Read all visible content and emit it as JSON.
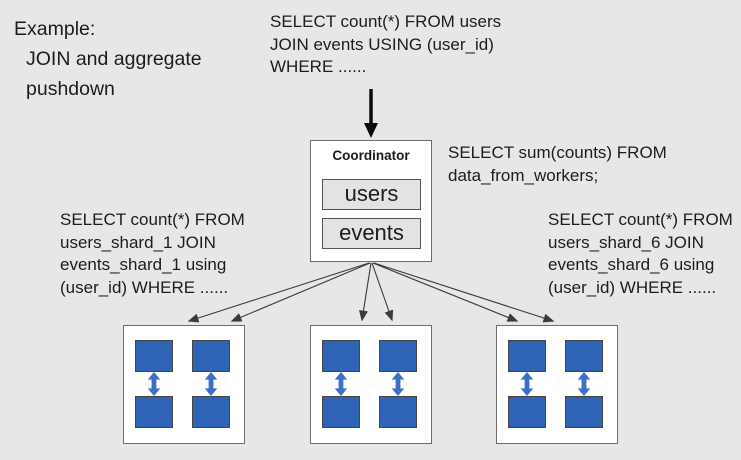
{
  "colors": {
    "background": "#e7e7e7",
    "node_fill": "#ffffff",
    "node_border": "#6f6f6f",
    "table_fill": "#e3e3e3",
    "table_border": "#545454",
    "shard_blue": "#2e63b5",
    "arrow_blue": "#3c70c8",
    "arrow_dark": "#3b3b3b",
    "text": "#1c1c1c"
  },
  "example": {
    "heading": "Example:",
    "line2": "JOIN and aggregate",
    "line3": "pushdown"
  },
  "client_query": {
    "line1": "SELECT count(*) FROM users",
    "line2": "JOIN events USING (user_id)",
    "line3": "WHERE ......"
  },
  "coordinator": {
    "label": "Coordinator",
    "tables": [
      "users",
      "events"
    ],
    "query_line1": "SELECT sum(counts) FROM",
    "query_line2": "data_from_workers;"
  },
  "left_worker_query": {
    "line1": "SELECT count(*) FROM",
    "line2": "users_shard_1 JOIN",
    "line3": "events_shard_1 using",
    "line4": "(user_id) WHERE ......"
  },
  "right_worker_query": {
    "line1": "SELECT count(*) FROM",
    "line2": "users_shard_6 JOIN",
    "line3": "events_shard_6 using",
    "line4": "(user_id) WHERE ......"
  }
}
